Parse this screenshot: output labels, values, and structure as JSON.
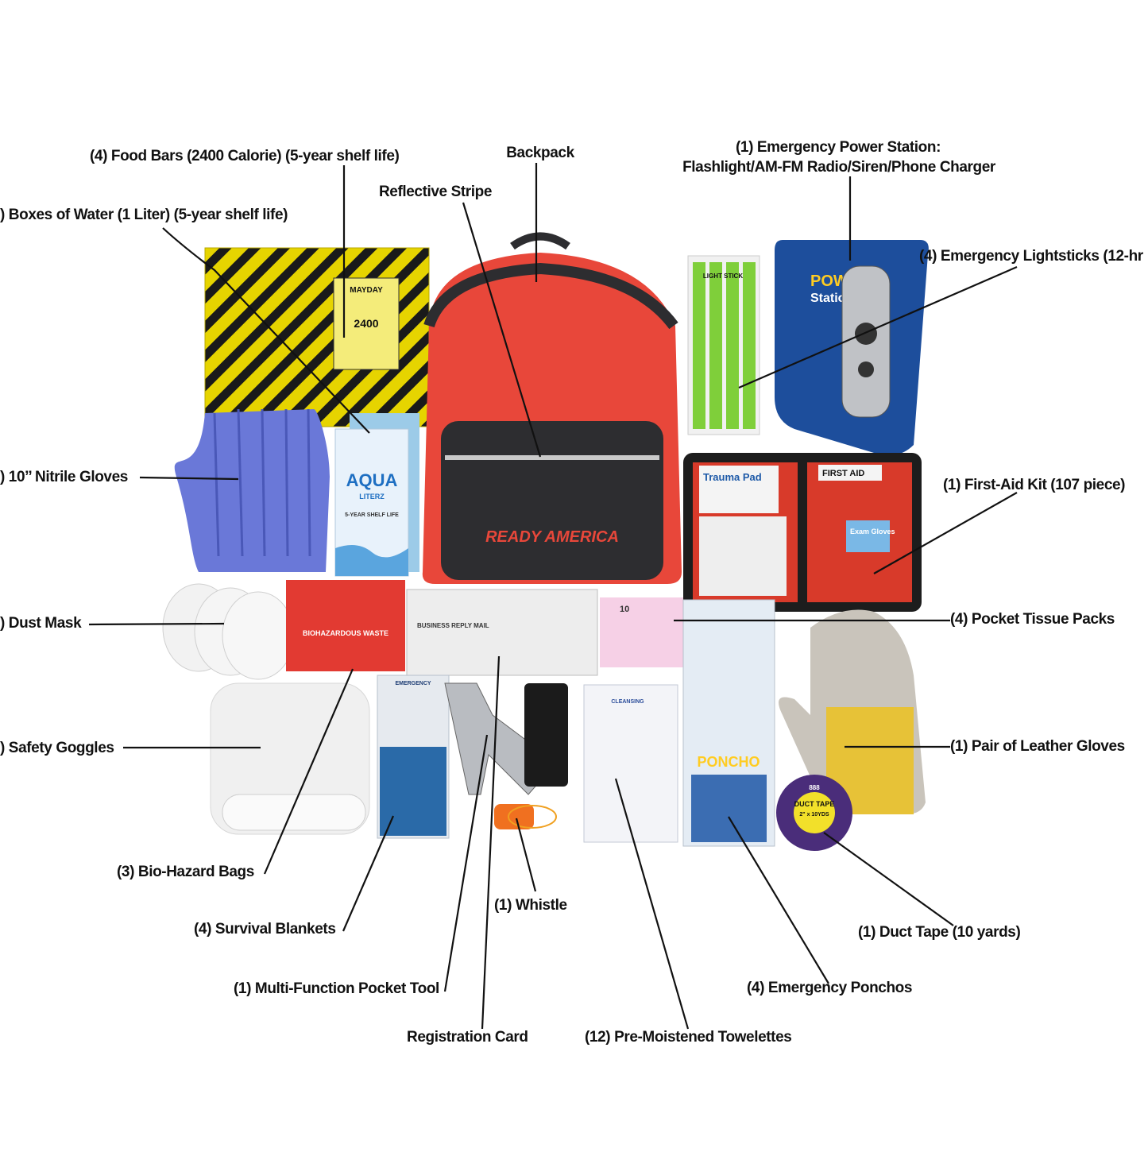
{
  "labels": {
    "food_bars": "(4) Food Bars (2400 Calorie) (5-year shelf life)",
    "water": ") Boxes of Water (1 Liter) (5-year shelf life)",
    "backpack": "Backpack",
    "reflective": "Reflective Stripe",
    "power_line1": "(1) Emergency Power Station:",
    "power_line2": "Flashlight/AM-FM Radio/Siren/Phone Charger",
    "lightsticks": "(4) Emergency Lightsticks (12-hr",
    "nitrile": ") 10’’ Nitrile Gloves",
    "first_aid": "(1) First-Aid Kit (107 piece)",
    "dust_mask": ") Dust Mask",
    "tissue": "(4) Pocket Tissue Packs",
    "goggles": ") Safety Goggles",
    "leather": "(1) Pair of Leather Gloves",
    "biohazard": "(3) Bio-Hazard Bags",
    "whistle": "(1) Whistle",
    "duct_tape": "(1) Duct Tape (10 yards)",
    "blankets": "(4) Survival Blankets",
    "pocket_tool": "(1) Multi-Function Pocket Tool",
    "ponchos": "(4) Emergency Ponchos",
    "registration": "Registration Card",
    "towelettes": "(12) Pre-Moistened Towelettes"
  },
  "product_text": {
    "brand": "READY AMERICA",
    "aqua": "AQUA",
    "aqua_sub": "LITERZ",
    "aqua_note": "5-YEAR SHELF LIFE",
    "mayday": "MAYDAY",
    "ration": "2400",
    "trauma": "Trauma Pad",
    "first_aid": "FIRST AID",
    "exam_gloves": "Exam Gloves",
    "power_title": "POWER",
    "power_sub": "Station",
    "poncho": "PONCHO",
    "emergency": "EMERGENCY",
    "duct": "DUCT TAPE",
    "duct_sub": "2\" x 10YDS",
    "duct_num": "888",
    "light_stick": "LIGHT STICK",
    "reply_mail": "BUSINESS REPLY MAIL",
    "tissue_count": "10",
    "cleansing": "CLEANSING",
    "biohazard_text": "BIOHAZARDOUS WASTE"
  },
  "colors": {
    "backpack": "#e8473a",
    "backpack_dark": "#2d2d30",
    "hazard_yellow": "#e6d400",
    "glove_blue": "#6a78d8",
    "aqua_blue": "#1e6fc2",
    "lightstick_green": "#7fcf3a",
    "first_aid_red": "#d83a2a",
    "leather_yellow": "#e7c237",
    "whistle_orange": "#f07020"
  }
}
